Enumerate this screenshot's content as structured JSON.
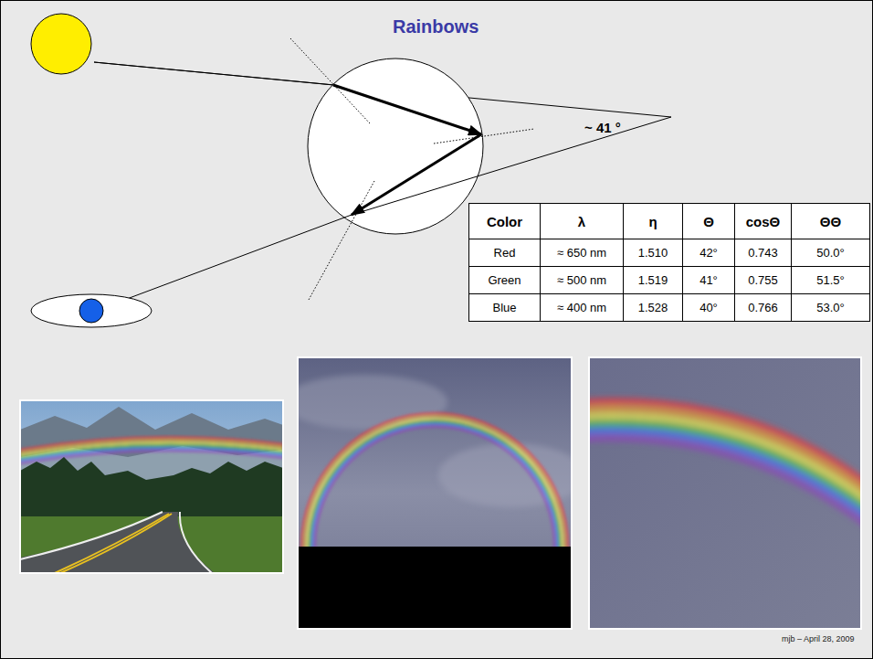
{
  "diagram": {
    "title": "Rainbows",
    "labels": [
      "~ 41 °",
      "Color",
      "λ",
      "η",
      "Θ",
      "cosΘ",
      "ΘΘ",
      "Red",
      "≈ 650 nm",
      "1.510",
      "42°",
      "0.743",
      "50.0°",
      "Green",
      "≈ 500 nm",
      "1.519",
      "41°",
      "0.755",
      "51.5°",
      "Blue",
      "≈ 400 nm",
      "1.528",
      "40°",
      "0.766",
      "53.0°",
      "mjb – April 28, 2009"
    ]
  }
}
